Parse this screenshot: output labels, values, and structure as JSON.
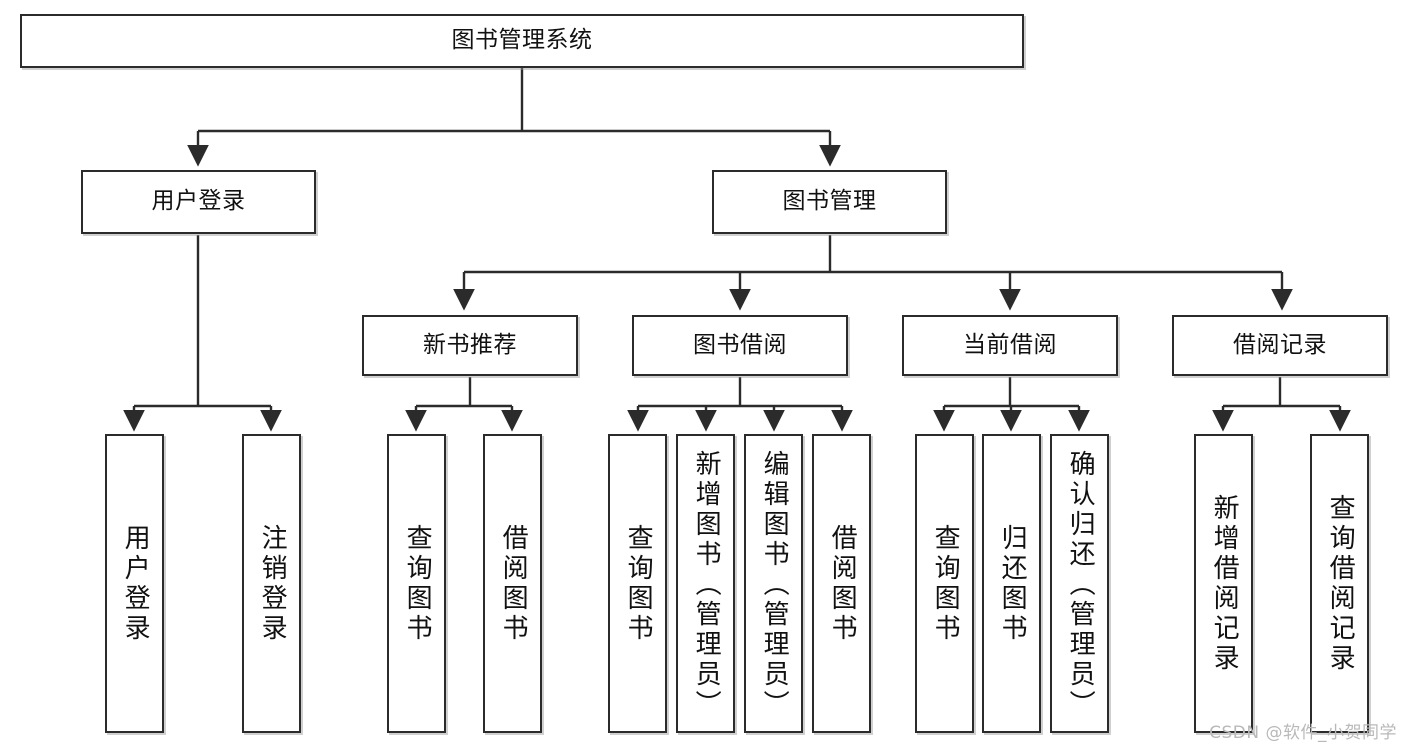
{
  "diagram": {
    "title": "图书管理系统",
    "type": "functional-structure-tree",
    "root": {
      "id": "root",
      "label": "图书管理系统"
    },
    "level2": [
      {
        "id": "user-login",
        "label": "用户登录"
      },
      {
        "id": "book-manage",
        "label": "图书管理"
      }
    ],
    "level3": [
      {
        "id": "new-book-rec",
        "label": "新书推荐",
        "parent": "book-manage"
      },
      {
        "id": "book-borrow",
        "label": "图书借阅",
        "parent": "book-manage"
      },
      {
        "id": "current-borrow",
        "label": "当前借阅",
        "parent": "book-manage"
      },
      {
        "id": "borrow-record",
        "label": "借阅记录",
        "parent": "book-manage"
      }
    ],
    "leaves": [
      {
        "id": "leaf-user-login",
        "label": "用户登录",
        "parent": "user-login"
      },
      {
        "id": "leaf-user-logout",
        "label": "注销登录",
        "parent": "user-login"
      },
      {
        "id": "leaf-rec-query-book",
        "label": "查询图书",
        "parent": "new-book-rec"
      },
      {
        "id": "leaf-rec-borrow-book",
        "label": "借阅图书",
        "parent": "new-book-rec"
      },
      {
        "id": "leaf-borrow-query-book",
        "label": "查询图书",
        "parent": "book-borrow"
      },
      {
        "id": "leaf-borrow-add-book",
        "label": "新增图书（管理员）",
        "parent": "book-borrow"
      },
      {
        "id": "leaf-borrow-edit-book",
        "label": "编辑图书（管理员）",
        "parent": "book-borrow"
      },
      {
        "id": "leaf-borrow-borrow-book",
        "label": "借阅图书",
        "parent": "book-borrow"
      },
      {
        "id": "leaf-cur-query-book",
        "label": "查询图书",
        "parent": "current-borrow"
      },
      {
        "id": "leaf-cur-return-book",
        "label": "归还图书",
        "parent": "current-borrow"
      },
      {
        "id": "leaf-cur-confirm-return",
        "label": "确认归还（管理员）",
        "parent": "current-borrow"
      },
      {
        "id": "leaf-rec-add-record",
        "label": "新增借阅记录",
        "parent": "borrow-record"
      },
      {
        "id": "leaf-rec-query-record",
        "label": "查询借阅记录",
        "parent": "borrow-record"
      }
    ]
  },
  "watermark": "CSDN @软件_小贺同学",
  "colors": {
    "box_border": "#2b2b2b",
    "box_fill": "#ffffff",
    "link": "#2b2b2b",
    "text": "#111111",
    "watermark": "#b9b9b9",
    "background": "#ffffff"
  }
}
